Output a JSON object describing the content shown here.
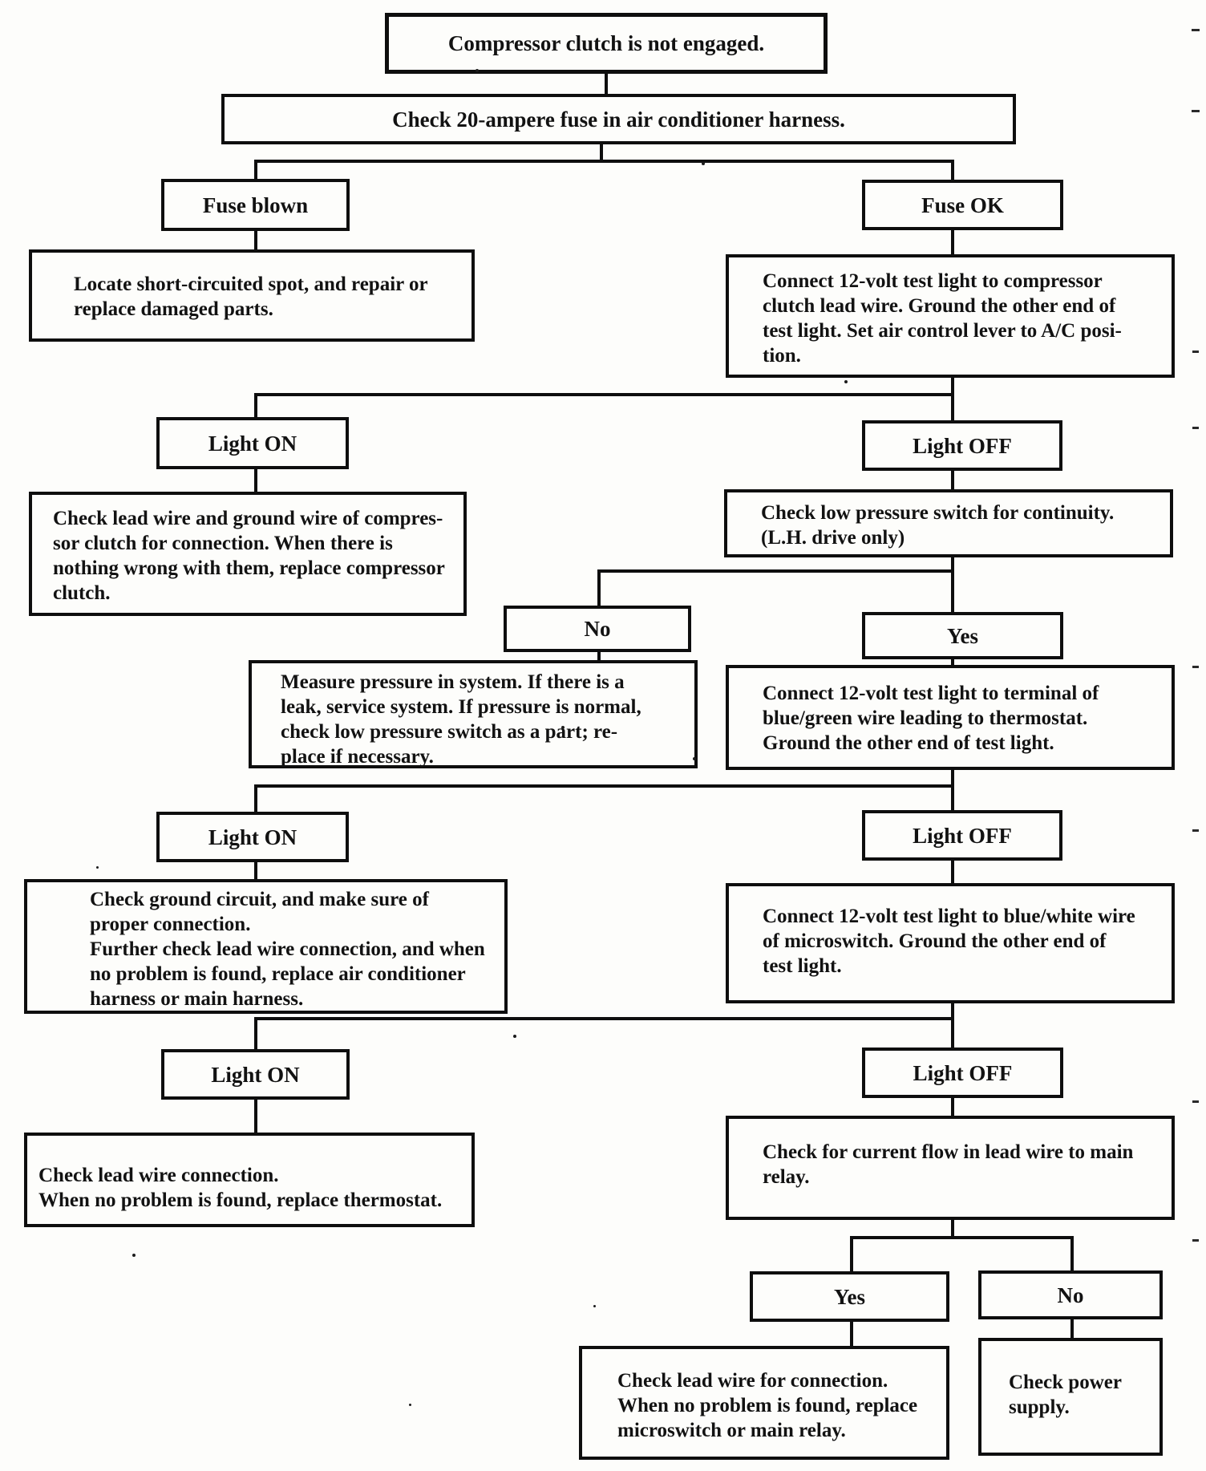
{
  "colors": {
    "ink": "#0e0e0e",
    "paper": "#fdfdfb"
  },
  "nodes": {
    "start": {
      "text": "Compressor clutch is not engaged."
    },
    "check_fuse": {
      "text": "Check 20-ampere fuse in air conditioner harness."
    },
    "fuse_blown": {
      "text": "Fuse blown"
    },
    "fuse_ok": {
      "text": "Fuse OK"
    },
    "repair_short": {
      "text": "Locate short-circuited spot, and repair or\nreplace damaged parts."
    },
    "test_light_clutch": {
      "text": "Connect 12-volt test light to compressor\nclutch lead wire. Ground the other end of\ntest light. Set air control lever to A/C posi-\ntion."
    },
    "light_on_1": {
      "text": "Light ON"
    },
    "light_off_1": {
      "text": "Light OFF"
    },
    "check_clutch_wires": {
      "text": "Check lead wire and ground wire of compres-\nsor clutch for connection. When there is\nnothing wrong with them, replace compressor\nclutch."
    },
    "low_pressure_switch": {
      "text": "Check low pressure switch for continuity.\n(L.H. drive only)"
    },
    "no_pressure": {
      "text": "No"
    },
    "yes_pressure": {
      "text": "Yes"
    },
    "measure_pressure": {
      "text": "Measure pressure in system. If there is a\nleak, service system. If pressure is normal,\ncheck low pressure switch as a part; re-\nplace if necessary."
    },
    "test_light_thermostat": {
      "text": "Connect 12-volt test light to terminal of\nblue/green wire leading to thermostat.\nGround the other end of test light."
    },
    "light_on_2": {
      "text": "Light ON"
    },
    "light_off_2": {
      "text": "Light OFF"
    },
    "check_ground_circuit": {
      "text": "Check ground circuit, and make sure of\nproper connection.\nFurther check lead wire connection, and when\nno problem is found, replace air conditioner\nharness or main harness."
    },
    "test_light_microswitch": {
      "text": "Connect 12-volt test light to blue/white wire\nof microswitch. Ground the other end of\ntest light."
    },
    "light_on_3": {
      "text": "Light ON"
    },
    "light_off_3": {
      "text": "Light OFF"
    },
    "replace_thermostat": {
      "text": "Check lead wire connection.\nWhen no problem is found, replace thermostat."
    },
    "check_current_flow": {
      "text": "Check for current flow in lead wire to main\nrelay."
    },
    "yes_current": {
      "text": "Yes"
    },
    "no_current": {
      "text": "No"
    },
    "replace_microswitch": {
      "text": "Check lead wire for connection.\nWhen no problem is found, replace\nmicroswitch or main relay."
    },
    "check_power_supply": {
      "text": "Check power\nsupply."
    }
  },
  "edges": [
    {
      "from": "start",
      "to": "check_fuse"
    },
    {
      "from": "check_fuse",
      "to": "fuse_blown"
    },
    {
      "from": "check_fuse",
      "to": "fuse_ok"
    },
    {
      "from": "fuse_blown",
      "to": "repair_short"
    },
    {
      "from": "fuse_ok",
      "to": "test_light_clutch"
    },
    {
      "from": "test_light_clutch",
      "to": "light_on_1"
    },
    {
      "from": "test_light_clutch",
      "to": "light_off_1"
    },
    {
      "from": "light_on_1",
      "to": "check_clutch_wires"
    },
    {
      "from": "light_off_1",
      "to": "low_pressure_switch"
    },
    {
      "from": "low_pressure_switch",
      "to": "no_pressure"
    },
    {
      "from": "low_pressure_switch",
      "to": "yes_pressure"
    },
    {
      "from": "no_pressure",
      "to": "measure_pressure"
    },
    {
      "from": "yes_pressure",
      "to": "test_light_thermostat"
    },
    {
      "from": "test_light_thermostat",
      "to": "light_on_2"
    },
    {
      "from": "test_light_thermostat",
      "to": "light_off_2"
    },
    {
      "from": "light_on_2",
      "to": "check_ground_circuit"
    },
    {
      "from": "light_off_2",
      "to": "test_light_microswitch"
    },
    {
      "from": "test_light_microswitch",
      "to": "light_on_3"
    },
    {
      "from": "test_light_microswitch",
      "to": "light_off_3"
    },
    {
      "from": "light_on_3",
      "to": "replace_thermostat"
    },
    {
      "from": "light_off_3",
      "to": "check_current_flow"
    },
    {
      "from": "check_current_flow",
      "to": "yes_current"
    },
    {
      "from": "check_current_flow",
      "to": "no_current"
    },
    {
      "from": "yes_current",
      "to": "replace_microswitch"
    },
    {
      "from": "no_current",
      "to": "check_power_supply"
    }
  ]
}
